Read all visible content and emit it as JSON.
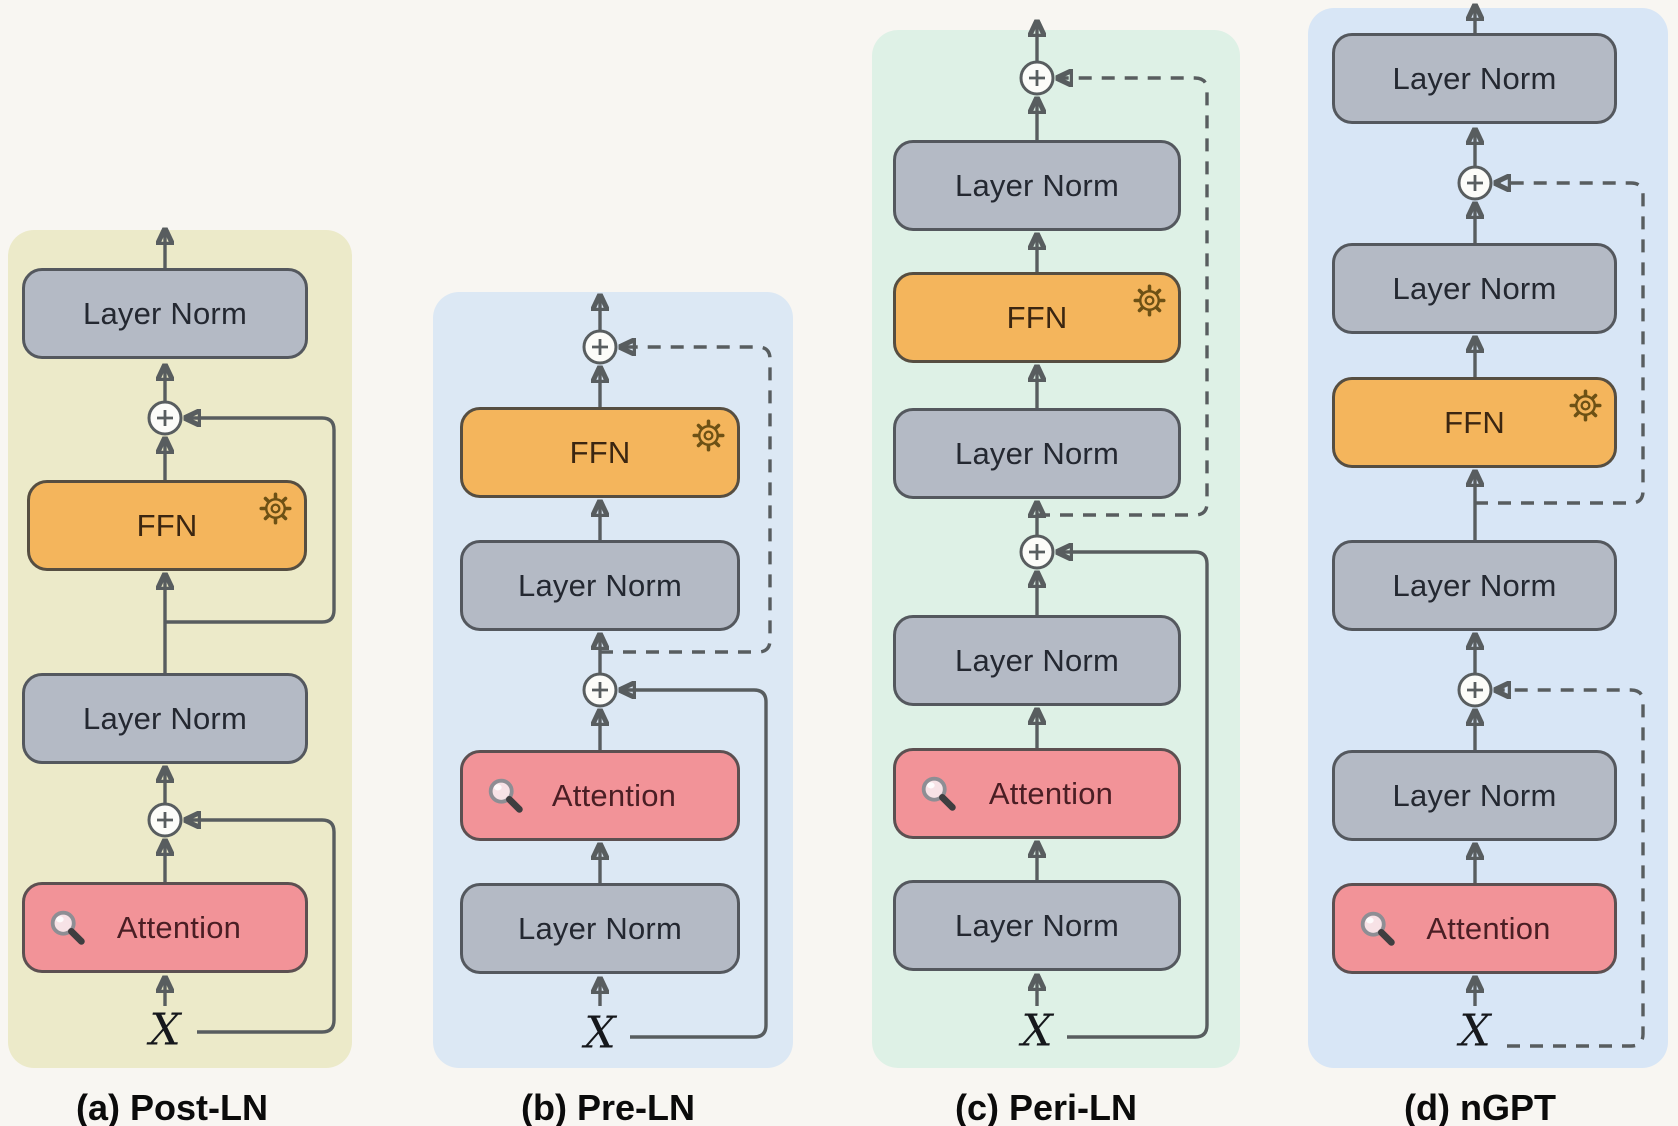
{
  "labels": {
    "layer_norm": "Layer Norm",
    "ffn": "FFN",
    "attention": "Attention",
    "input": "X"
  },
  "panels": [
    {
      "caption": "(a) Post-LN",
      "bg_color": "#eceac9",
      "blocks_top_to_bottom": [
        "Layer Norm",
        "FFN",
        "Layer Norm",
        "Attention"
      ],
      "residual_line_style": "solid"
    },
    {
      "caption": "(b) Pre-LN",
      "bg_color": "#dce8f4",
      "blocks_top_to_bottom": [
        "FFN",
        "Layer Norm",
        "Attention",
        "Layer Norm"
      ],
      "residual_line_style": "dashed for FFN loop, solid from X"
    },
    {
      "caption": "(c) Peri-LN",
      "bg_color": "#def1e6",
      "blocks_top_to_bottom": [
        "Layer Norm",
        "FFN",
        "Layer Norm",
        "Layer Norm",
        "Attention",
        "Layer Norm"
      ],
      "residual_line_style": "dashed for FFN loop, solid from X"
    },
    {
      "caption": "(d) nGPT",
      "bg_color": "#d8e6f6",
      "blocks_top_to_bottom": [
        "Layer Norm",
        "Layer Norm",
        "FFN",
        "Layer Norm",
        "Layer Norm",
        "Attention"
      ],
      "residual_line_style": "dashed for both loops"
    }
  ],
  "icons": {
    "gear_on": "FFN",
    "magnifier_on": "Attention",
    "residual_add": "⊕"
  },
  "colors": {
    "page_bg": "#f8f6f2",
    "layer_norm_fill": "#b4bac5",
    "ffn_fill": "#f4b55c",
    "attention_fill": "#f29398",
    "wire": "#585d5f",
    "block_border": "#54585e"
  }
}
